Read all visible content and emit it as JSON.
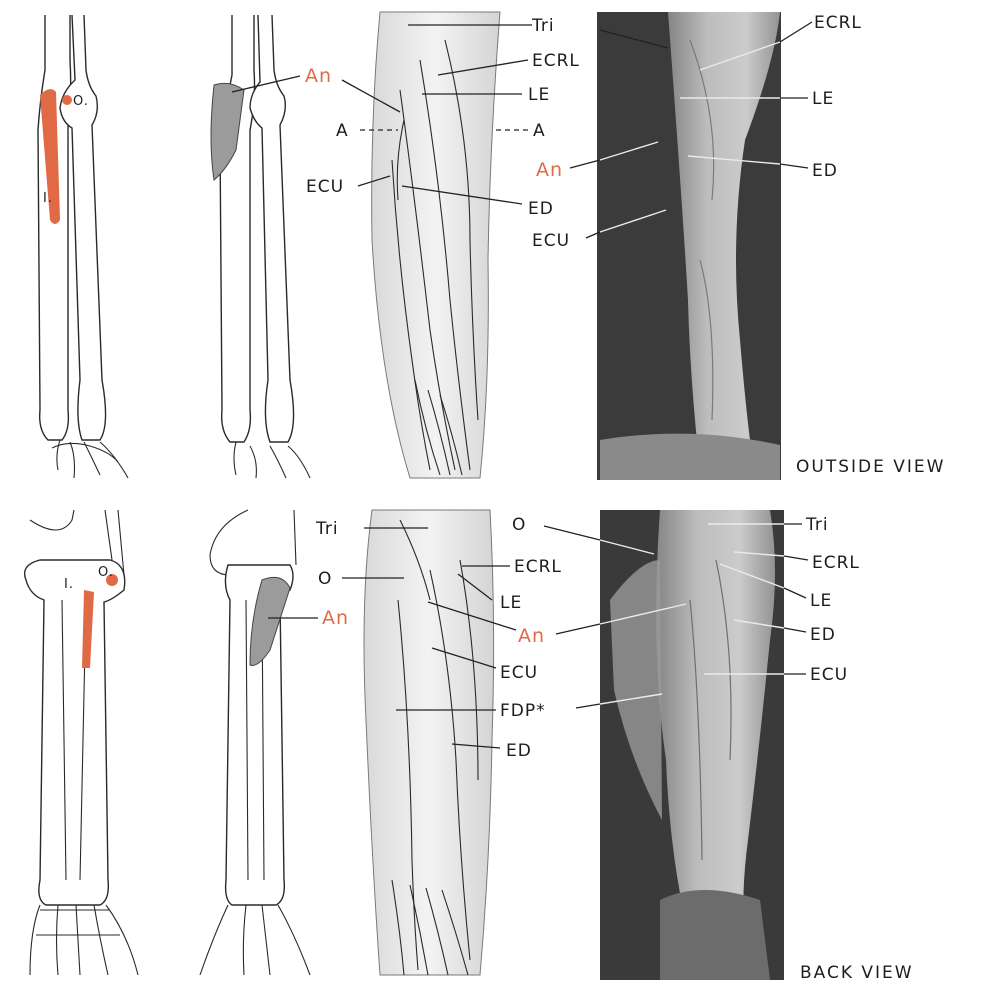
{
  "colors": {
    "accent": "#e06a45",
    "ink": "#1d1d1d",
    "photo_bg": "#3d3d3d"
  },
  "top": {
    "caption": "OUTSIDE VIEW",
    "skeleton_labels": {
      "origin": "O.",
      "insertion": "I."
    },
    "muscle_label": "An",
    "drawing_labels": {
      "tri": "Tri",
      "ecrl": "ECRL",
      "le": "LE",
      "a_left": "A",
      "a_right": "A",
      "ecu": "ECU",
      "ed": "ED"
    },
    "photo_labels": {
      "ecrl": "ECRL",
      "le": "LE",
      "an": "An",
      "ed": "ED",
      "ecu": "ECU"
    }
  },
  "bottom": {
    "caption": "BACK VIEW",
    "skeleton_labels": {
      "insertion": "I.",
      "origin": "O."
    },
    "muscle_label": "An",
    "drawing_labels": {
      "tri": "Tri",
      "o": "O",
      "an": "An",
      "ecrl": "ECRL",
      "le": "LE",
      "ecu": "ECU",
      "fdp": "FDP*",
      "ed": "ED"
    },
    "photo_labels": {
      "o": "O",
      "tri": "Tri",
      "ecrl": "ECRL",
      "le": "LE",
      "ed": "ED",
      "ecu": "ECU"
    }
  }
}
